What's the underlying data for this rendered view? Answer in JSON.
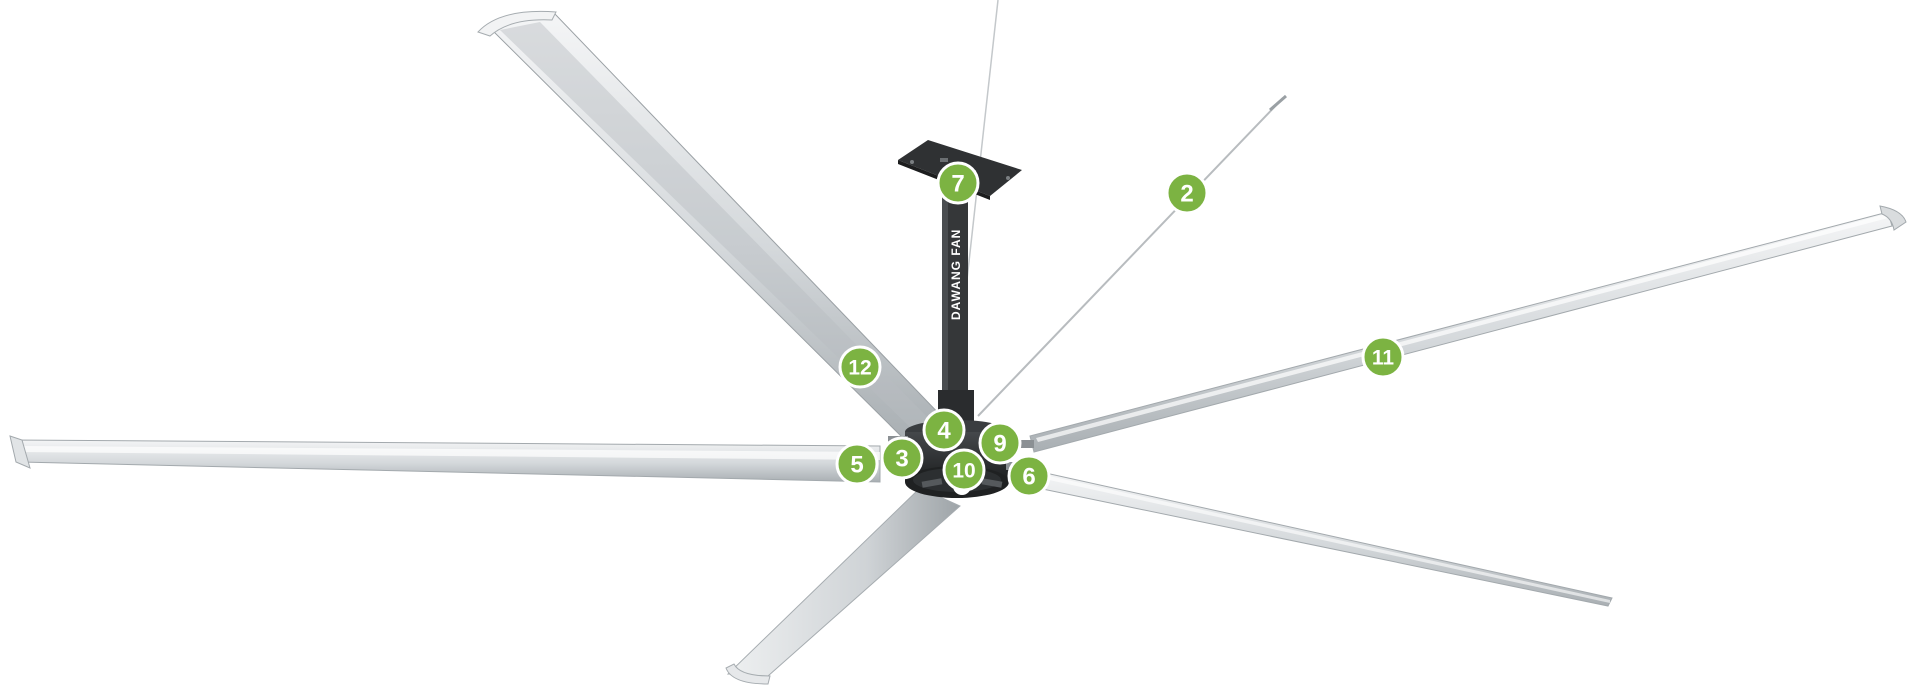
{
  "product": {
    "brand_label": "DAWANG FAN"
  },
  "callouts": [
    {
      "id": "callout-2",
      "label": "2"
    },
    {
      "id": "callout-3",
      "label": "3"
    },
    {
      "id": "callout-4",
      "label": "4"
    },
    {
      "id": "callout-5",
      "label": "5"
    },
    {
      "id": "callout-6",
      "label": "6"
    },
    {
      "id": "callout-7",
      "label": "7"
    },
    {
      "id": "callout-9",
      "label": "9"
    },
    {
      "id": "callout-10",
      "label": "10"
    },
    {
      "id": "callout-11",
      "label": "11"
    },
    {
      "id": "callout-12",
      "label": "12"
    }
  ],
  "colors": {
    "callout_fill": "#7cb342",
    "callout_ring": "#ffffff",
    "blade_light": "#eceeef",
    "blade_mid": "#c9cdd0",
    "blade_dark": "#9aa0a4",
    "motor": "#2b2d2f",
    "mount": "#3a3c3e",
    "cable": "#b8bcbf"
  }
}
